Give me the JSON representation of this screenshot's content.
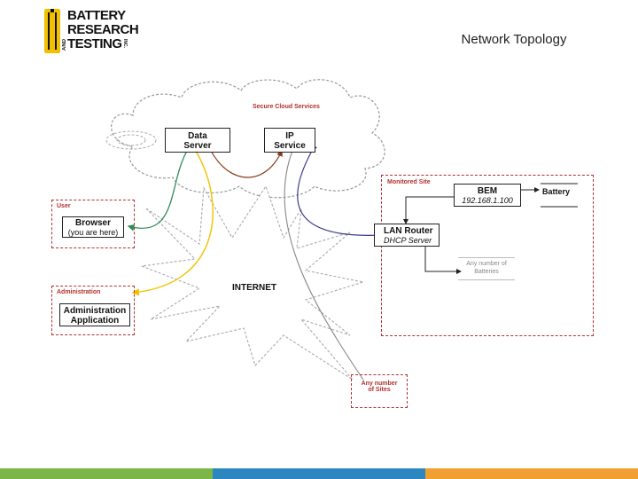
{
  "logo": {
    "line1": "BATTERY",
    "line2": "RESEARCH",
    "line3": "TESTING",
    "and": "AND",
    "inc": "INC."
  },
  "title": "Network Topology",
  "cloud": {
    "label": "Secure Cloud Services"
  },
  "nodes": {
    "data_server": {
      "line1": "Data",
      "line2": "Server"
    },
    "ip_service": {
      "line1": "IP",
      "line2": "Service"
    },
    "browser": {
      "line1": "Browser",
      "line2": "(you are here)"
    },
    "admin_app": {
      "line1": "Administration",
      "line2": "Application"
    },
    "bem": {
      "line1": "BEM",
      "line2": "192.168.1.100"
    },
    "lan_router": {
      "line1": "LAN Router",
      "line2": "DHCP Server"
    },
    "any_batteries": {
      "line1": "Any number of",
      "line2": "Batteries"
    },
    "any_sites": {
      "line1": "Any number",
      "line2": "of Sites"
    },
    "battery": "Battery",
    "internet": "INTERNET"
  },
  "regions": {
    "user": "User",
    "administration": "Administration",
    "monitored_site": "Monitored Site"
  },
  "colors": {
    "dashed_border": "#b03030",
    "green_link": "#2e8b57",
    "yellow_link": "#f2c200",
    "brown_link": "#8b3a1a",
    "blue_link": "#3a3a8c",
    "bar_green": "#7ab648",
    "bar_blue": "#2e86c1",
    "bar_orange": "#f0a030"
  }
}
